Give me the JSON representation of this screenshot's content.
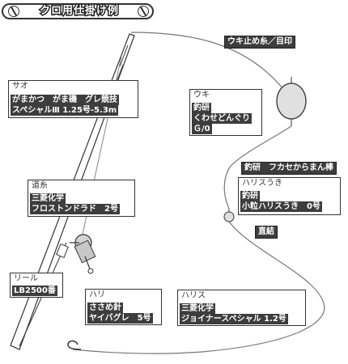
{
  "title": "クロ用仕掛け例",
  "rod": {
    "header": "サオ",
    "line1": "がまかつ　がま磯　グレ競技",
    "line2": "スペシャルⅢ 1.25号-5.3m"
  },
  "float": {
    "header": "ウキ",
    "line1": "釣研",
    "line2": "くわせどんぐり",
    "line3": "Ｇ/0"
  },
  "line": {
    "header": "道糸",
    "line1": "三菱化学",
    "line2": "フロストンドラド　2号"
  },
  "reel": {
    "header": "リール",
    "line1": "LB2500番"
  },
  "hook": {
    "header": "ハリ",
    "line1": "ささめ針",
    "line2": "ヤイバグレ　5号"
  },
  "leader": {
    "header": "ハリス",
    "line1": "三菱化学",
    "line2": "ジョイナースペシャル 1.2号"
  },
  "harisu_float": {
    "header": "ハリスうき",
    "line1": "釣研",
    "line2": "小粒ハリスうき　0号"
  },
  "tags": {
    "float_stop": "ウキ止め糸／目印",
    "sinker": "釣研　フカセからまん棒",
    "direct": "直結"
  }
}
